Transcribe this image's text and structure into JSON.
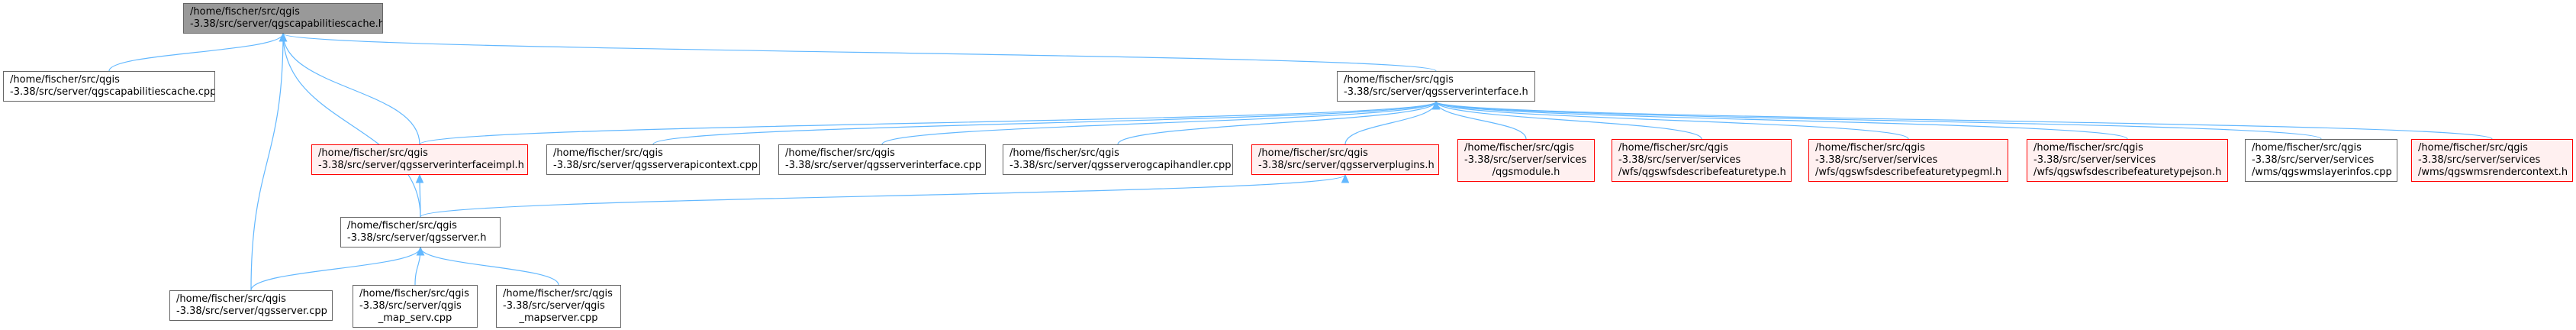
{
  "colors": {
    "edge": "#63b8ff",
    "focus_fill": "#999999",
    "node_border": "#666666",
    "warn_border": "#ff0000",
    "warn_fill": "#fff0f0"
  },
  "nodes": {
    "qgscapabilitiescache_h": {
      "lines": [
        "/home/fischer/src/qgis",
        "-3.38/src/server/qgscapabilitiescache.h"
      ]
    },
    "qgscapabilitiescache_cpp": {
      "lines": [
        "/home/fischer/src/qgis",
        "-3.38/src/server/qgscapabilitiescache.cpp"
      ]
    },
    "qgsserverinterface_h": {
      "lines": [
        "/home/fischer/src/qgis",
        "-3.38/src/server/qgsserverinterface.h"
      ]
    },
    "qgsserverinterfaceimpl_h": {
      "lines": [
        "/home/fischer/src/qgis",
        "-3.38/src/server/qgsserverinterfaceimpl.h"
      ]
    },
    "qgsserverapicontext_cpp": {
      "lines": [
        "/home/fischer/src/qgis",
        "-3.38/src/server/qgsserverapicontext.cpp"
      ]
    },
    "qgsserverinterface_cpp": {
      "lines": [
        "/home/fischer/src/qgis",
        "-3.38/src/server/qgsserverinterface.cpp"
      ]
    },
    "qgsserverogcapihandler_cpp": {
      "lines": [
        "/home/fischer/src/qgis",
        "-3.38/src/server/qgsserverogcapihandler.cpp"
      ]
    },
    "qgsserverplugins_h": {
      "lines": [
        "/home/fischer/src/qgis",
        "-3.38/src/server/qgsserverplugins.h"
      ]
    },
    "qgsmodule_h": {
      "lines": [
        "/home/fischer/src/qgis",
        "-3.38/src/server/services",
        "/qgsmodule.h"
      ]
    },
    "qgswfsdescribefeaturetype_h": {
      "lines": [
        "/home/fischer/src/qgis",
        "-3.38/src/server/services",
        "/wfs/qgswfsdescribefeaturetype.h"
      ]
    },
    "qgswfsdescribefeaturetypegml_h": {
      "lines": [
        "/home/fischer/src/qgis",
        "-3.38/src/server/services",
        "/wfs/qgswfsdescribefeaturetypegml.h"
      ]
    },
    "qgswfsdescribefeaturetypejson_h": {
      "lines": [
        "/home/fischer/src/qgis",
        "-3.38/src/server/services",
        "/wfs/qgswfsdescribefeaturetypejson.h"
      ]
    },
    "qgswmslayerinfos_cpp": {
      "lines": [
        "/home/fischer/src/qgis",
        "-3.38/src/server/services",
        "/wms/qgswmslayerinfos.cpp"
      ]
    },
    "qgswmsrendercontext_h": {
      "lines": [
        "/home/fischer/src/qgis",
        "-3.38/src/server/services",
        "/wms/qgswmsrendercontext.h"
      ]
    },
    "qgsserver_h": {
      "lines": [
        "/home/fischer/src/qgis",
        "-3.38/src/server/qgsserver.h"
      ]
    },
    "qgsserver_cpp": {
      "lines": [
        "/home/fischer/src/qgis",
        "-3.38/src/server/qgsserver.cpp"
      ]
    },
    "qgis_map_serv_cpp": {
      "lines": [
        "/home/fischer/src/qgis",
        "-3.38/src/server/qgis",
        "_map_serv.cpp"
      ]
    },
    "qgis_mapserver_cpp": {
      "lines": [
        "/home/fischer/src/qgis",
        "-3.38/src/server/qgis",
        "_mapserver.cpp"
      ]
    }
  },
  "edges": [
    [
      "qgscapabilitiescache_h",
      "qgscapabilitiescache_cpp"
    ],
    [
      "qgscapabilitiescache_h",
      "qgsserverinterface_h"
    ],
    [
      "qgscapabilitiescache_h",
      "qgsserverinterfaceimpl_h"
    ],
    [
      "qgscapabilitiescache_h",
      "qgsserver_h"
    ],
    [
      "qgscapabilitiescache_h",
      "qgsserver_cpp"
    ],
    [
      "qgsserverinterface_h",
      "qgsserverinterfaceimpl_h"
    ],
    [
      "qgsserverinterface_h",
      "qgsserverapicontext_cpp"
    ],
    [
      "qgsserverinterface_h",
      "qgsserverinterface_cpp"
    ],
    [
      "qgsserverinterface_h",
      "qgsserverogcapihandler_cpp"
    ],
    [
      "qgsserverinterface_h",
      "qgsserverplugins_h"
    ],
    [
      "qgsserverinterface_h",
      "qgsmodule_h"
    ],
    [
      "qgsserverinterface_h",
      "qgswfsdescribefeaturetype_h"
    ],
    [
      "qgsserverinterface_h",
      "qgswfsdescribefeaturetypegml_h"
    ],
    [
      "qgsserverinterface_h",
      "qgswfsdescribefeaturetypejson_h"
    ],
    [
      "qgsserverinterface_h",
      "qgswmslayerinfos_cpp"
    ],
    [
      "qgsserverinterface_h",
      "qgswmsrendercontext_h"
    ],
    [
      "qgsserverinterfaceimpl_h",
      "qgsserver_h"
    ],
    [
      "qgsserverplugins_h",
      "qgsserver_h"
    ],
    [
      "qgsserver_h",
      "qgsserver_cpp"
    ],
    [
      "qgsserver_h",
      "qgis_map_serv_cpp"
    ],
    [
      "qgsserver_h",
      "qgis_mapserver_cpp"
    ]
  ]
}
